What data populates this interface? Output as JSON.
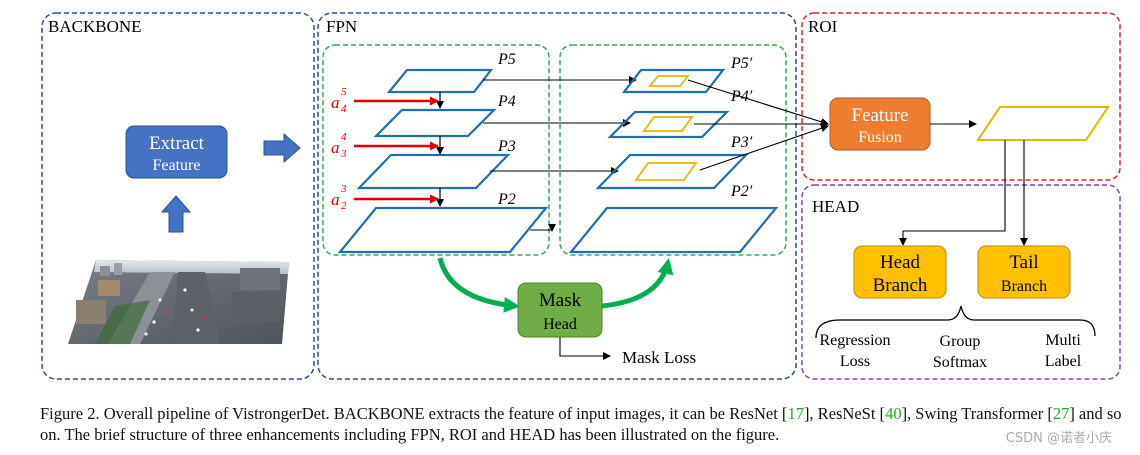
{
  "sections": {
    "backbone": "BACKBONE",
    "fpn": "FPN",
    "roi": "ROI",
    "head": "HEAD"
  },
  "extract": {
    "line1": "Extract",
    "line2": "Feature"
  },
  "levels_left": [
    "P5",
    "P4",
    "P3",
    "P2"
  ],
  "levels_right": [
    "P5′",
    "P4′",
    "P3′",
    "P2′"
  ],
  "anchors": [
    {
      "base": "a",
      "sub": "4",
      "sup": "5"
    },
    {
      "base": "a",
      "sub": "3",
      "sup": "4"
    },
    {
      "base": "a",
      "sub": "2",
      "sup": "3"
    }
  ],
  "mask_head": {
    "line1": "Mask",
    "line2": "Head"
  },
  "mask_loss": "Mask Loss",
  "feature_fusion": {
    "line1": "Feature",
    "line2": "Fusion"
  },
  "head_branch": {
    "line1": "Head",
    "line2": "Branch"
  },
  "tail_branch": {
    "line1": "Tail",
    "line2": "Branch"
  },
  "losses": {
    "regression": [
      "Regression",
      "Loss"
    ],
    "group": [
      "Group",
      "Softmax"
    ],
    "multi": [
      "Multi",
      "Label"
    ]
  },
  "caption": {
    "prefix": "Figure 2. Overall pipeline of VistrongerDet. BACKBONE extracts the feature of input images, it can be ResNet [",
    "ref1": "17",
    "mid1": "], ResNeSt [",
    "ref2": "40",
    "mid2": "], Swing Transformer [",
    "ref3": "27",
    "suffix": "] and so on. The brief structure of three enhancements including FPN, ROI and HEAD has been illustrated on the figure."
  },
  "watermark": "CSDN @诺者小庆",
  "colors": {
    "backbone_border": "#2f4f8f",
    "fpn_green": "#33aa55",
    "roi_red": "#e0202a",
    "head_purple": "#8844aa",
    "plane_blue": "#1f6fb4",
    "yellow": "#e6b800",
    "extract_fill": "#4472c4",
    "fusion_fill": "#ed7d31",
    "mask_fill": "#70ad47",
    "branch_fill": "#ffc000",
    "arrow_green": "#00b050",
    "arrow_red": "#e00000"
  },
  "icons": [
    "city-photo",
    "up-arrow-icon",
    "right-arrow-icon"
  ]
}
